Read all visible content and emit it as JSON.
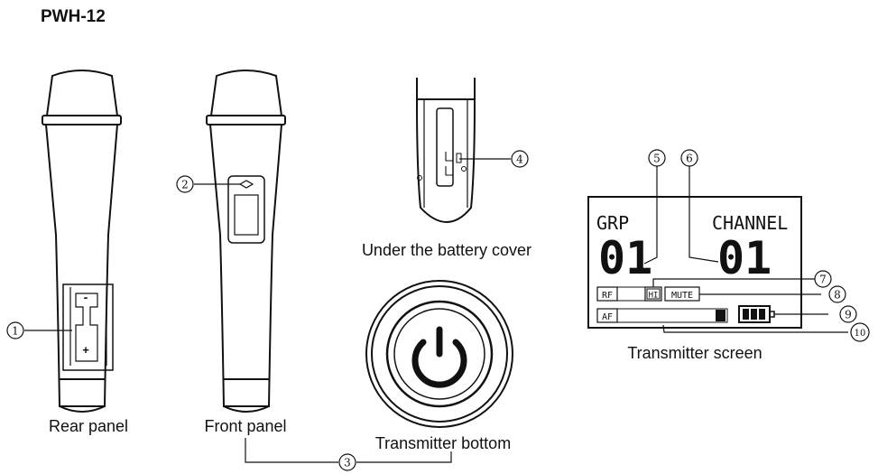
{
  "model": "PWH-12",
  "captions": {
    "rear_panel": "Rear panel",
    "front_panel": "Front panel",
    "transmitter_bottom": "Transmitter bottom",
    "battery_cover": "Under the battery cover",
    "transmitter_screen": "Transmitter screen"
  },
  "callouts": [
    "1",
    "2",
    "3",
    "4",
    "5",
    "6",
    "7",
    "8",
    "9",
    "10"
  ],
  "rear_marks": {
    "minus": "-",
    "plus": "+"
  },
  "screen": {
    "grp_label": "GRP",
    "grp_value": "01",
    "channel_label": "CHANNEL",
    "channel_value": "01",
    "rf_label": "RF",
    "hi_label": "HI",
    "mute_label": "MUTE",
    "af_label": "AF"
  }
}
